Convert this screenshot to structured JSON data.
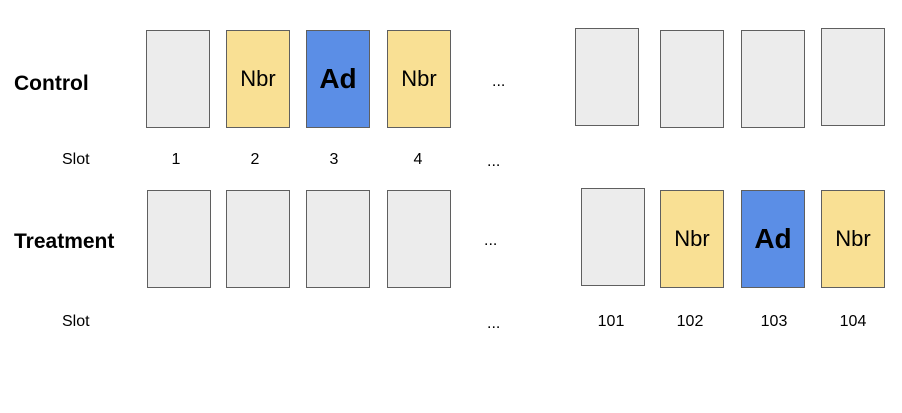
{
  "colors": {
    "empty": "#ececec",
    "nbr": "#f9e094",
    "ad": "#5b8ee6",
    "border": "#5f5f5f"
  },
  "control": {
    "label": "Control",
    "slot_label": "Slot",
    "ellipsis_boxes": "...",
    "ellipsis_slots": "...",
    "boxes": [
      {
        "kind": "empty",
        "text": ""
      },
      {
        "kind": "nbr",
        "text": "Nbr"
      },
      {
        "kind": "ad",
        "text": "Ad"
      },
      {
        "kind": "nbr",
        "text": "Nbr"
      },
      {
        "kind": "empty",
        "text": ""
      },
      {
        "kind": "empty",
        "text": ""
      },
      {
        "kind": "empty",
        "text": ""
      },
      {
        "kind": "empty",
        "text": ""
      }
    ],
    "slot_numbers": [
      "1",
      "2",
      "3",
      "4"
    ]
  },
  "treatment": {
    "label": "Treatment",
    "slot_label": "Slot",
    "ellipsis_boxes": "...",
    "ellipsis_slots": "...",
    "boxes": [
      {
        "kind": "empty",
        "text": ""
      },
      {
        "kind": "empty",
        "text": ""
      },
      {
        "kind": "empty",
        "text": ""
      },
      {
        "kind": "empty",
        "text": ""
      },
      {
        "kind": "empty",
        "text": ""
      },
      {
        "kind": "nbr",
        "text": "Nbr"
      },
      {
        "kind": "ad",
        "text": "Ad"
      },
      {
        "kind": "nbr",
        "text": "Nbr"
      }
    ],
    "slot_numbers": [
      "101",
      "102",
      "103",
      "104"
    ]
  }
}
